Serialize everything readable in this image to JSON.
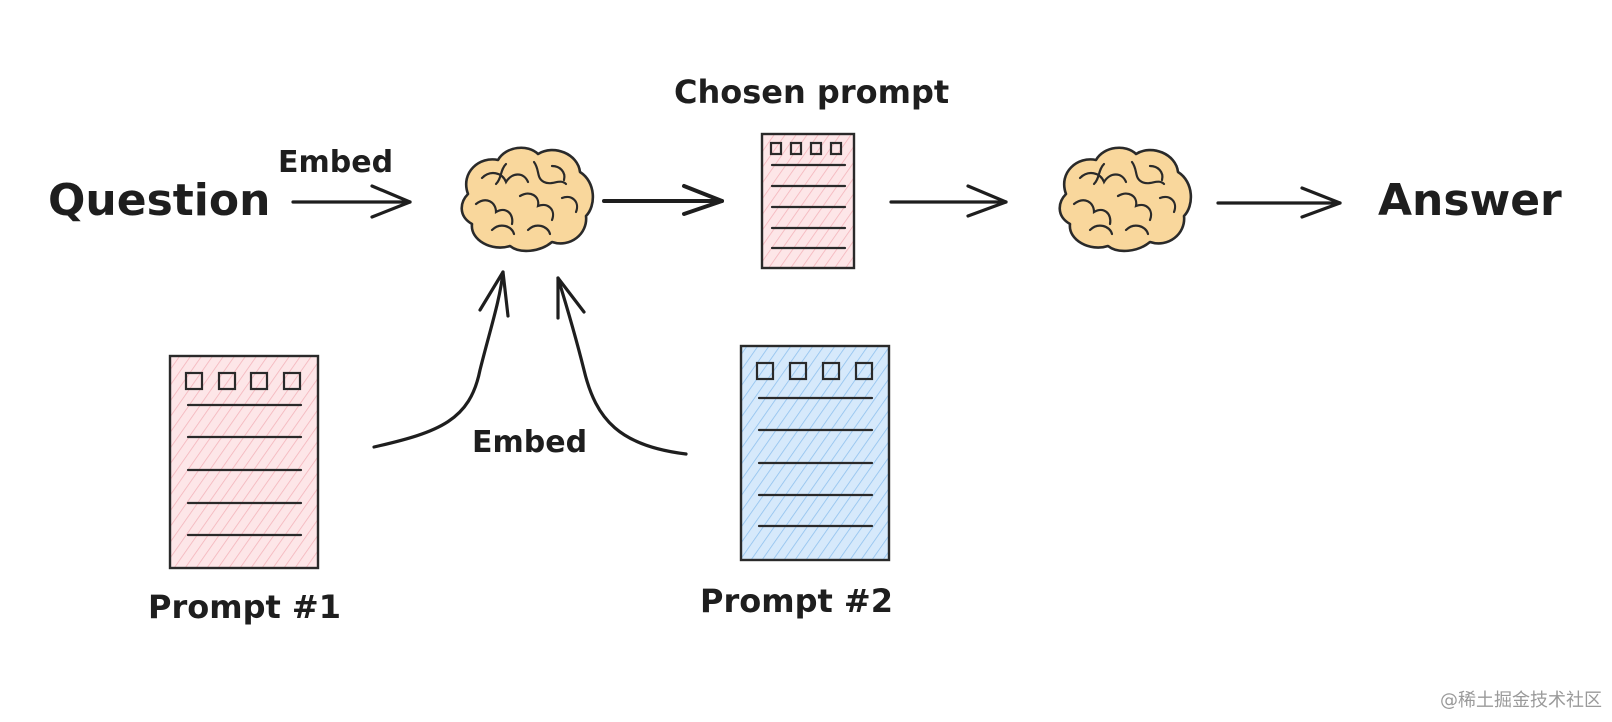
{
  "labels": {
    "question": "Question",
    "embed_top": "Embed",
    "chosen_prompt": "Chosen prompt",
    "answer": "Answer",
    "embed_bottom": "Embed",
    "prompt_1": "Prompt #1",
    "prompt_2": "Prompt #2"
  },
  "icons": {
    "brain": "brain-icon",
    "document": "document-icon"
  },
  "colors": {
    "ink": "#1e1e1e",
    "brain_fill": "#f9d79c",
    "pink_doc": "#fde6e8",
    "pink_hatch": "#f4b4bb",
    "blue_doc": "#d6e9fb",
    "blue_hatch": "#8fc1ee"
  },
  "watermark": "@稀土掘金技术社区"
}
